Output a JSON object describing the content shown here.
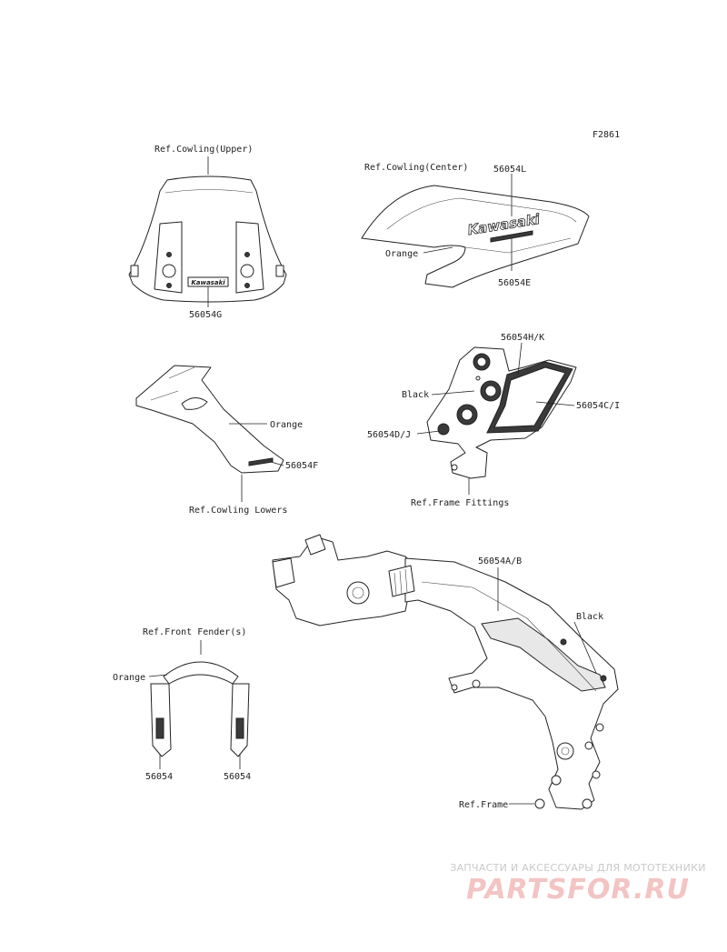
{
  "figure_code": "F2861",
  "labels": {
    "cowl_upper_ref": "Ref.Cowling(Upper)",
    "cowl_upper_part": "56054G",
    "cowl_upper_logo": "Kawasaki",
    "cowl_center_ref": "Ref.Cowling(Center)",
    "cowl_center_part_top": "56054L",
    "cowl_center_part_bottom": "56054E",
    "cowl_center_color": "Orange",
    "cowl_center_logo": "Kawasaki",
    "lowers_color": "Orange",
    "lowers_part": "56054F",
    "lowers_ref": "Ref.Cowling Lowers",
    "fittings_part_top": "56054H/K",
    "fittings_color": "Black",
    "fittings_part_right": "56054C/I",
    "fittings_part_left": "56054D/J",
    "fittings_ref": "Ref.Frame Fittings",
    "frame_part": "56054A/B",
    "frame_color": "Black",
    "frame_ref": "Ref.Frame",
    "fender_ref": "Ref.Front Fender(s)",
    "fender_color": "Orange",
    "fender_part_left": "56054",
    "fender_part_right": "56054"
  },
  "watermark": {
    "tagline": "ЗАПЧАСТИ И АКСЕССУАРЫ ДЛЯ МОТОТЕХНИКИ",
    "logo": "PARTSFOR.RU"
  }
}
